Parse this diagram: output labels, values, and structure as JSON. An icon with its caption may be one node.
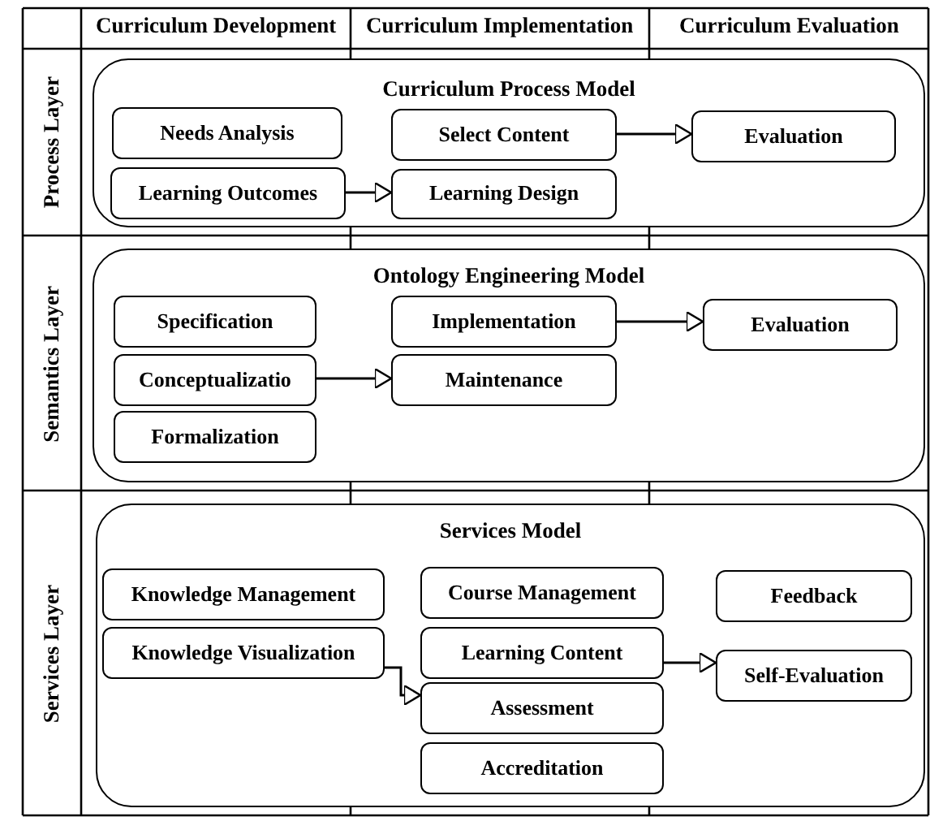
{
  "diagram": {
    "nodes": [
      {
        "text": [
          "Curriculum Process Model"
        ]
      },
      {
        "text": [
          "Needs Analysis"
        ],
        "in": 0
      },
      {
        "text": [
          "Learning Outcomes"
        ],
        "in": 0
      },
      {
        "text": [
          "Select Content"
        ],
        "in": 0
      },
      {
        "text": [
          "Learning Design"
        ],
        "in": 0
      },
      {
        "text": [
          "Evaluation"
        ],
        "in": 0
      },
      {
        "text": [
          "Ontology Engineering Model"
        ]
      },
      {
        "text": [
          "Specification"
        ],
        "in": 6
      },
      {
        "text": [
          "Conceptualizatio"
        ],
        "in": 6
      },
      {
        "text": [
          "Formalization"
        ],
        "in": 6
      },
      {
        "text": [
          "Implementation"
        ],
        "in": 6
      },
      {
        "text": [
          "Maintenance"
        ],
        "in": 6
      },
      {
        "text": [
          "Evaluation"
        ],
        "in": 6
      },
      {
        "text": [
          "Services Model"
        ]
      },
      {
        "text": [
          "Knowledge Management"
        ],
        "in": 13
      },
      {
        "text": [
          "Knowledge Visualization"
        ],
        "in": 13
      },
      {
        "text": [
          "Course Management"
        ],
        "in": 13
      },
      {
        "text": [
          "Learning Content"
        ],
        "in": 13
      },
      {
        "text": [
          "Assessment"
        ],
        "in": 13
      },
      {
        "text": [
          "Accreditation"
        ],
        "in": 13
      },
      {
        "text": [
          "Feedback"
        ],
        "in": 13
      },
      {
        "text": [
          "Self-Evaluation"
        ],
        "in": 13
      }
    ],
    "edges": [
      {
        "from": 2,
        "to": 4,
        "arrow": "to"
      },
      {
        "from": 3,
        "to": 5,
        "arrow": "to"
      },
      {
        "from": 8,
        "to": 11,
        "arrow": "to"
      },
      {
        "from": 10,
        "to": 12,
        "arrow": "to"
      },
      {
        "from": 15,
        "to": 18,
        "arrow": "to"
      },
      {
        "from": 17,
        "to": 21,
        "arrow": "to"
      }
    ],
    "labels": [
      "Curriculum Development",
      "Curriculum Implementation",
      "Curriculum Evaluation",
      "Process Layer",
      "Semantics Layer",
      "Services Layer"
    ]
  }
}
